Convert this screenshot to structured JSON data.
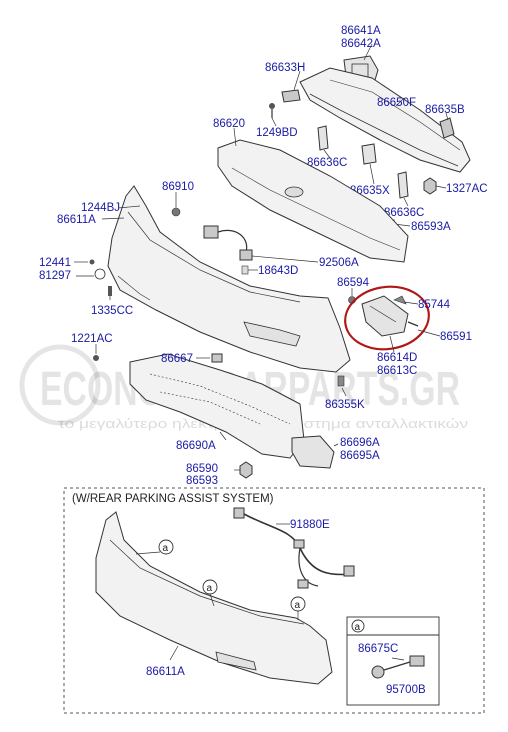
{
  "labels": {
    "p86641A": "86641A",
    "p86642A": "86642A",
    "p86633H": "86633H",
    "p86650F": "86650F",
    "p86635B": "86635B",
    "p86620": "86620",
    "p1249BD": "1249BD",
    "p86636C_1": "86636C",
    "p86635X": "86635X",
    "p1327AC": "1327AC",
    "p86636C_2": "86636C",
    "p86593A": "86593A",
    "p86910": "86910",
    "p1244BJ": "1244BJ",
    "p86611A": "86611A",
    "p12441": "12441",
    "p81297": "81297",
    "p92506A": "92506A",
    "p18643D": "18643D",
    "p86594": "86594",
    "p85744": "85744",
    "p86591": "86591",
    "p1335CC": "1335CC",
    "p1221AC": "1221AC",
    "p86614D": "86614D",
    "p86613C": "86613C",
    "p86667": "86667",
    "p86355K": "86355K",
    "p86690A": "86690A",
    "p86696A": "86696A",
    "p86695A": "86695A",
    "p86590": "86590",
    "p86593": "86593",
    "p91880E": "91880E",
    "p86611A_b": "86611A",
    "p86675C": "86675C",
    "p95700B": "95700B"
  },
  "inset": {
    "title": "(W/REAR PARKING ASSIST SYSTEM)",
    "ref_a": "a"
  },
  "watermark": {
    "brand": "ECONOMYCARPARTS.GR",
    "tagline": "το μεγαλύτερο ηλεκτρονικό κατάστημα ανταλλακτικών"
  },
  "colors": {
    "label": "#1a1aa6",
    "highlight": "#b01818"
  }
}
